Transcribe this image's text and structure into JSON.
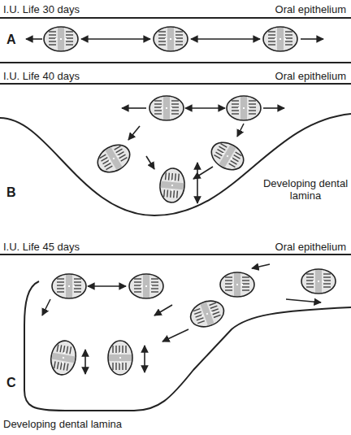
{
  "diagram": {
    "labels": [
      "I.U. Life 30 days",
      "Oral epithelium",
      "A",
      "I.U. Life 40 days",
      "Oral epithelium",
      "B",
      "Developing dental lamina",
      "I.U. Life 45 days",
      "Oral epithelium",
      "C",
      "Developing dental lamina"
    ]
  }
}
